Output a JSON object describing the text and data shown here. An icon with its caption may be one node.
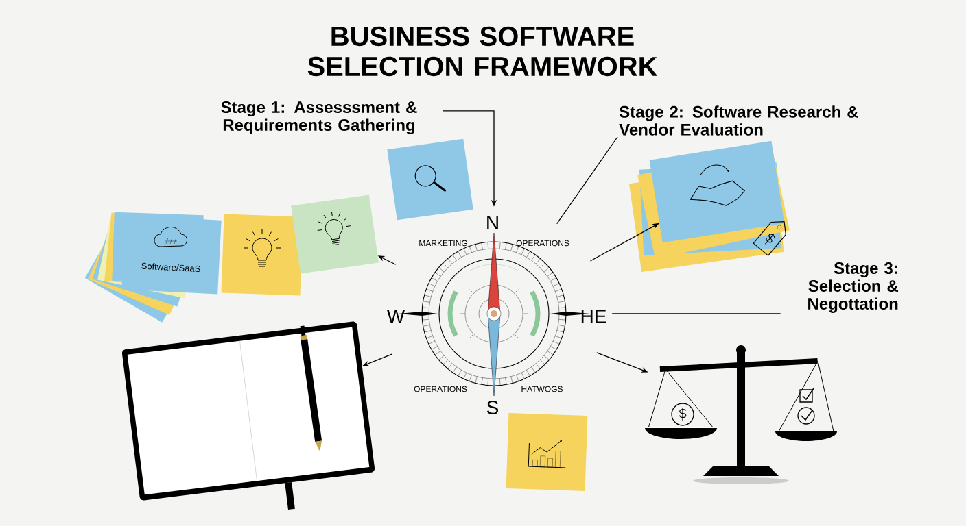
{
  "diagram": {
    "title": "BUSINESS SOFTWARE SELECTION FRAMEWORK",
    "nodes": [
      {
        "text": [
          "Stage 1: Assesssment & Requirements Gathering"
        ]
      },
      {
        "text": [
          "Stage 2: Software Research & Vendor Evaluation"
        ]
      },
      {
        "text": [
          "Stage 3: Selection & Negottation"
        ]
      },
      {
        "text": [
          "N",
          "MARKETING",
          "OPERATIONS",
          "W",
          "HE",
          "OPERATIONS",
          "HATWOGS",
          "S"
        ]
      },
      {
        "text": [
          "Software/SaaS"
        ]
      },
      {
        "text": [],
        "shape": "picture"
      },
      {
        "text": [],
        "shape": "picture"
      },
      {
        "text": [],
        "shape": "picture"
      },
      {
        "text": [],
        "shape": "picture"
      },
      {
        "text": [],
        "shape": "picture"
      },
      {
        "text": [],
        "shape": "picture"
      },
      {
        "text": [],
        "shape": "picture"
      }
    ],
    "edges": [
      {
        "from": 0,
        "to": 3,
        "arrow": "to"
      },
      {
        "from": 1,
        "to": 3,
        "arrow": "none"
      },
      {
        "from": 2,
        "to": 3,
        "arrow": "none"
      },
      {
        "from": 3,
        "to": 6,
        "arrow": "to"
      },
      {
        "from": 3,
        "to": 9,
        "arrow": "to"
      },
      {
        "from": 3,
        "to": 8,
        "arrow": "to"
      },
      {
        "from": 3,
        "to": 10,
        "arrow": "to"
      }
    ]
  }
}
